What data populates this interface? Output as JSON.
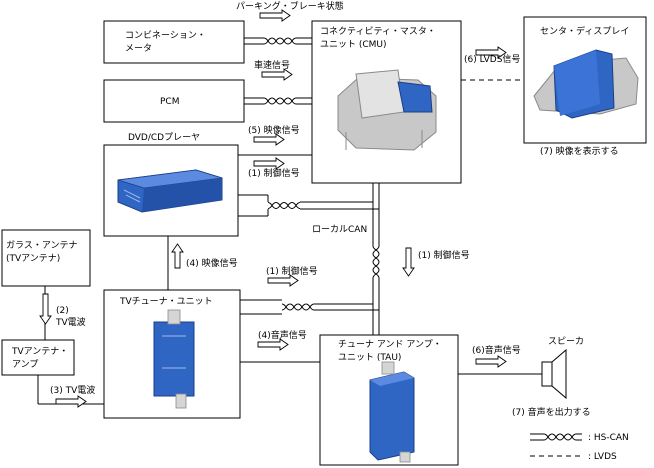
{
  "colors": {
    "device_blue": "#2f66c4",
    "device_blue_dark": "#1b3f86",
    "device_gray": "#c8c8c8",
    "line": "#000000"
  },
  "boxes": {
    "combination_meter": [
      "コンビネーション・",
      "メータ"
    ],
    "pcm": "PCM",
    "dvd_player": "DVD/CDプレーヤ",
    "cmu": [
      "コネクティビティ・マスタ・",
      "ユニット (CMU)"
    ],
    "center_display": "センタ・ディスプレイ",
    "glass_antenna": [
      "ガラス・アンテナ",
      "(TVアンテナ)"
    ],
    "tv_antenna_amp": [
      "TVアンテナ・",
      "アンプ"
    ],
    "tv_tuner": "TVチューナ・ユニット",
    "tau": [
      "チューナ アンド アンプ・",
      "ユニット (TAU)"
    ]
  },
  "signals": {
    "parking_brake": "パーキング・ブレーキ状態",
    "vehicle_speed": "車速信号",
    "video_5": "(5) 映像信号",
    "control_1_dvd": "(1) 制御信号",
    "local_can": "ローカルCAN",
    "control_1_right": "(1) 制御信号",
    "video_4": "(4) 映像信号",
    "control_1_tuner": "(1) 制御信号",
    "audio_4": "(4)音声信号",
    "tv_wave_2": [
      "(2)",
      "TV電波"
    ],
    "tv_wave_3": "(3) TV電波",
    "lvds_6": "(6) LVDS信号",
    "display_video_7": "(7) 映像を表示する",
    "audio_6": "(6)音声信号",
    "speaker": "スピーカ",
    "output_audio_7": "(7) 音声を出力する"
  },
  "legend": {
    "hs_can": ": HS-CAN",
    "lvds": ": LVDS"
  }
}
